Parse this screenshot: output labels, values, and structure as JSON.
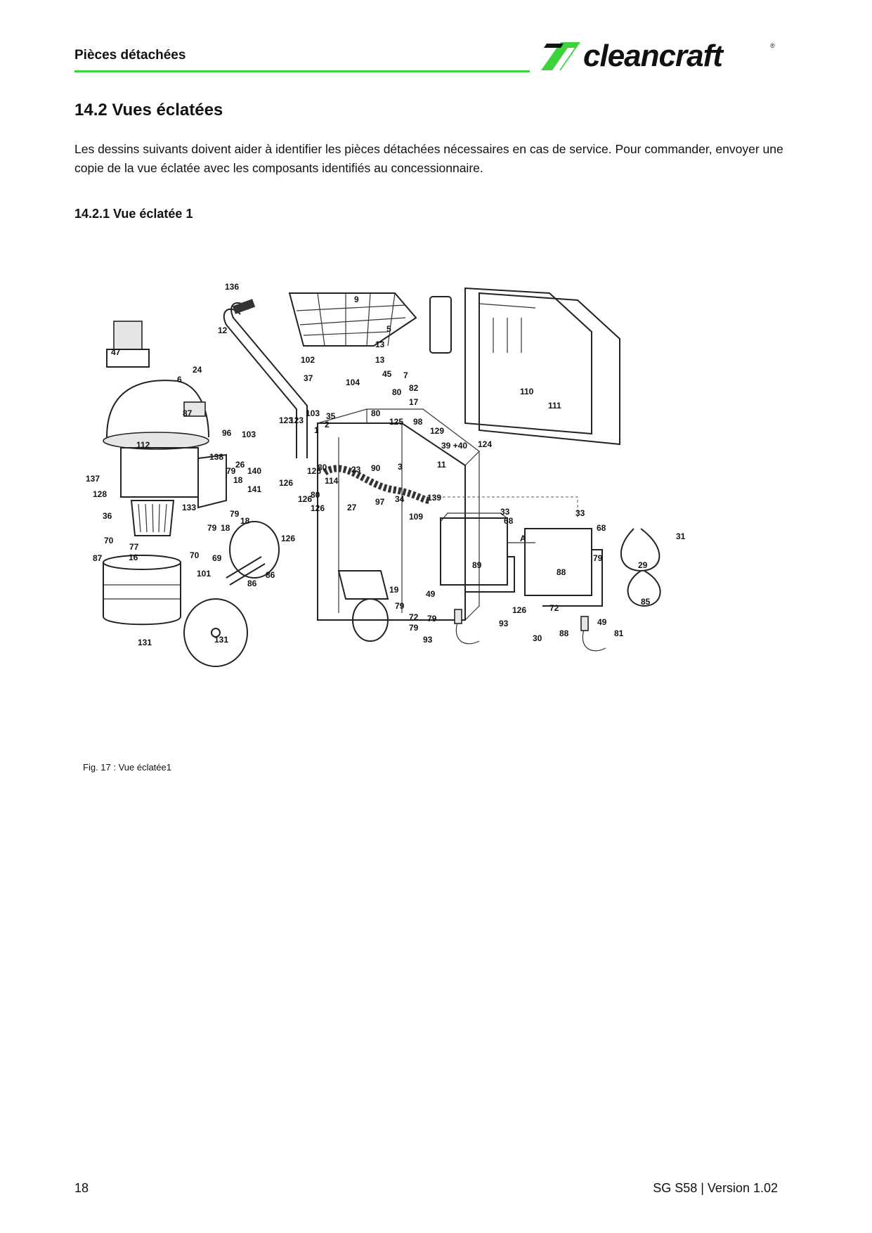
{
  "header": {
    "section_title": "Pièces détachées",
    "logo_text": "cleancraft",
    "accent_color": "#3cd23c"
  },
  "heading": "14.2 Vues éclatées",
  "intro": "Les dessins suivants doivent aider à identifier les pièces détachées nécessaires en cas de service. Pour commander, envoyer une copie de la vue éclatée avec les composants identifiés au concessionnaire.",
  "subheading": "14.2.1  Vue éclatée 1",
  "figure": {
    "caption": "Fig. 17 : Vue éclatée1",
    "part_labels": [
      "136",
      "9",
      "5",
      "12",
      "47",
      "24",
      "6",
      "13",
      "102",
      "13",
      "37",
      "104",
      "45",
      "7",
      "82",
      "80",
      "17",
      "110",
      "111",
      "87",
      "103",
      "35",
      "80",
      "125",
      "98",
      "123",
      "123",
      "2",
      "1",
      "129",
      "96",
      "103",
      "124",
      "39 +40",
      "112",
      "138",
      "26",
      "140",
      "80",
      "11",
      "23",
      "90",
      "3",
      "137",
      "79",
      "18",
      "126",
      "114",
      "128",
      "141",
      "126",
      "139",
      "34",
      "80",
      "126",
      "97",
      "133",
      "27",
      "36",
      "79",
      "18",
      "126",
      "109",
      "79",
      "18",
      "33",
      "68",
      "33",
      "68",
      "31",
      "70",
      "126",
      "77",
      "16",
      "87",
      "A",
      "29",
      "70",
      "69",
      "89",
      "88",
      "79",
      "101",
      "86",
      "86",
      "19",
      "79",
      "49",
      "72",
      "79",
      "93",
      "126",
      "49",
      "72",
      "79",
      "93",
      "30",
      "88",
      "81",
      "85",
      "131",
      "131"
    ]
  },
  "footer": {
    "page_number": "18",
    "doc_version": "SG S58 | Version 1.02"
  }
}
